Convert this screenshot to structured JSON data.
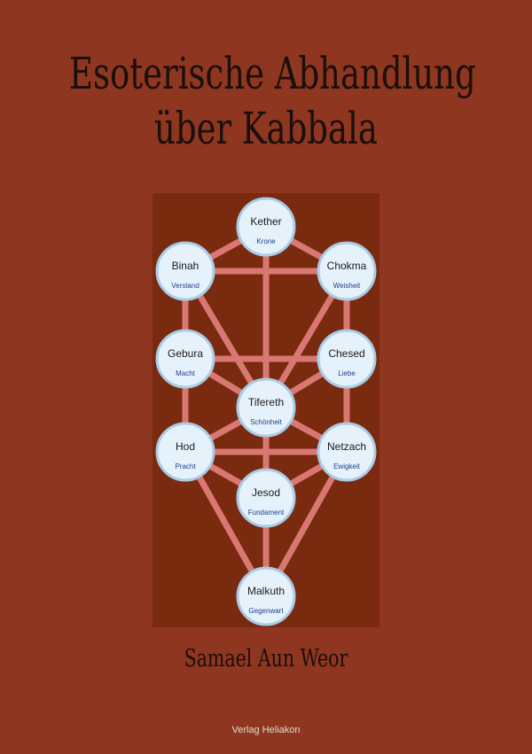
{
  "cover": {
    "title_line1": "Esoterische Abhandlung",
    "title_line2": "über Kabbala",
    "author": "Samael Aun Weor",
    "publisher": "Verlag Heliakon"
  },
  "colors": {
    "background": "#8e3620",
    "panel": "#7a2a0e",
    "path": "#d97873",
    "node_fill": "#e6f2fb",
    "node_stroke": "#a9cbe6"
  },
  "sephiroth": [
    {
      "id": "kether",
      "name": "Kether",
      "meaning": "Krone"
    },
    {
      "id": "binah",
      "name": "Binah",
      "meaning": "Verstand"
    },
    {
      "id": "chokma",
      "name": "Chokma",
      "meaning": "Weisheit"
    },
    {
      "id": "gebura",
      "name": "Gebura",
      "meaning": "Macht"
    },
    {
      "id": "chesed",
      "name": "Chesed",
      "meaning": "Liebe"
    },
    {
      "id": "tifereth",
      "name": "Tifereth",
      "meaning": "Schönheit"
    },
    {
      "id": "hod",
      "name": "Hod",
      "meaning": "Pracht"
    },
    {
      "id": "netzach",
      "name": "Netzach",
      "meaning": "Ewigkeit"
    },
    {
      "id": "jesod",
      "name": "Jesod",
      "meaning": "Fundament"
    },
    {
      "id": "malkuth",
      "name": "Malkuth",
      "meaning": "Gegenwart"
    }
  ],
  "paths": [
    [
      "kether",
      "binah"
    ],
    [
      "kether",
      "chokma"
    ],
    [
      "kether",
      "tifereth"
    ],
    [
      "binah",
      "chokma"
    ],
    [
      "binah",
      "gebura"
    ],
    [
      "binah",
      "tifereth"
    ],
    [
      "chokma",
      "chesed"
    ],
    [
      "chokma",
      "tifereth"
    ],
    [
      "gebura",
      "chesed"
    ],
    [
      "gebura",
      "tifereth"
    ],
    [
      "gebura",
      "hod"
    ],
    [
      "chesed",
      "tifereth"
    ],
    [
      "chesed",
      "netzach"
    ],
    [
      "tifereth",
      "hod"
    ],
    [
      "tifereth",
      "netzach"
    ],
    [
      "tifereth",
      "jesod"
    ],
    [
      "hod",
      "netzach"
    ],
    [
      "hod",
      "jesod"
    ],
    [
      "hod",
      "malkuth"
    ],
    [
      "netzach",
      "jesod"
    ],
    [
      "netzach",
      "malkuth"
    ],
    [
      "jesod",
      "malkuth"
    ]
  ]
}
